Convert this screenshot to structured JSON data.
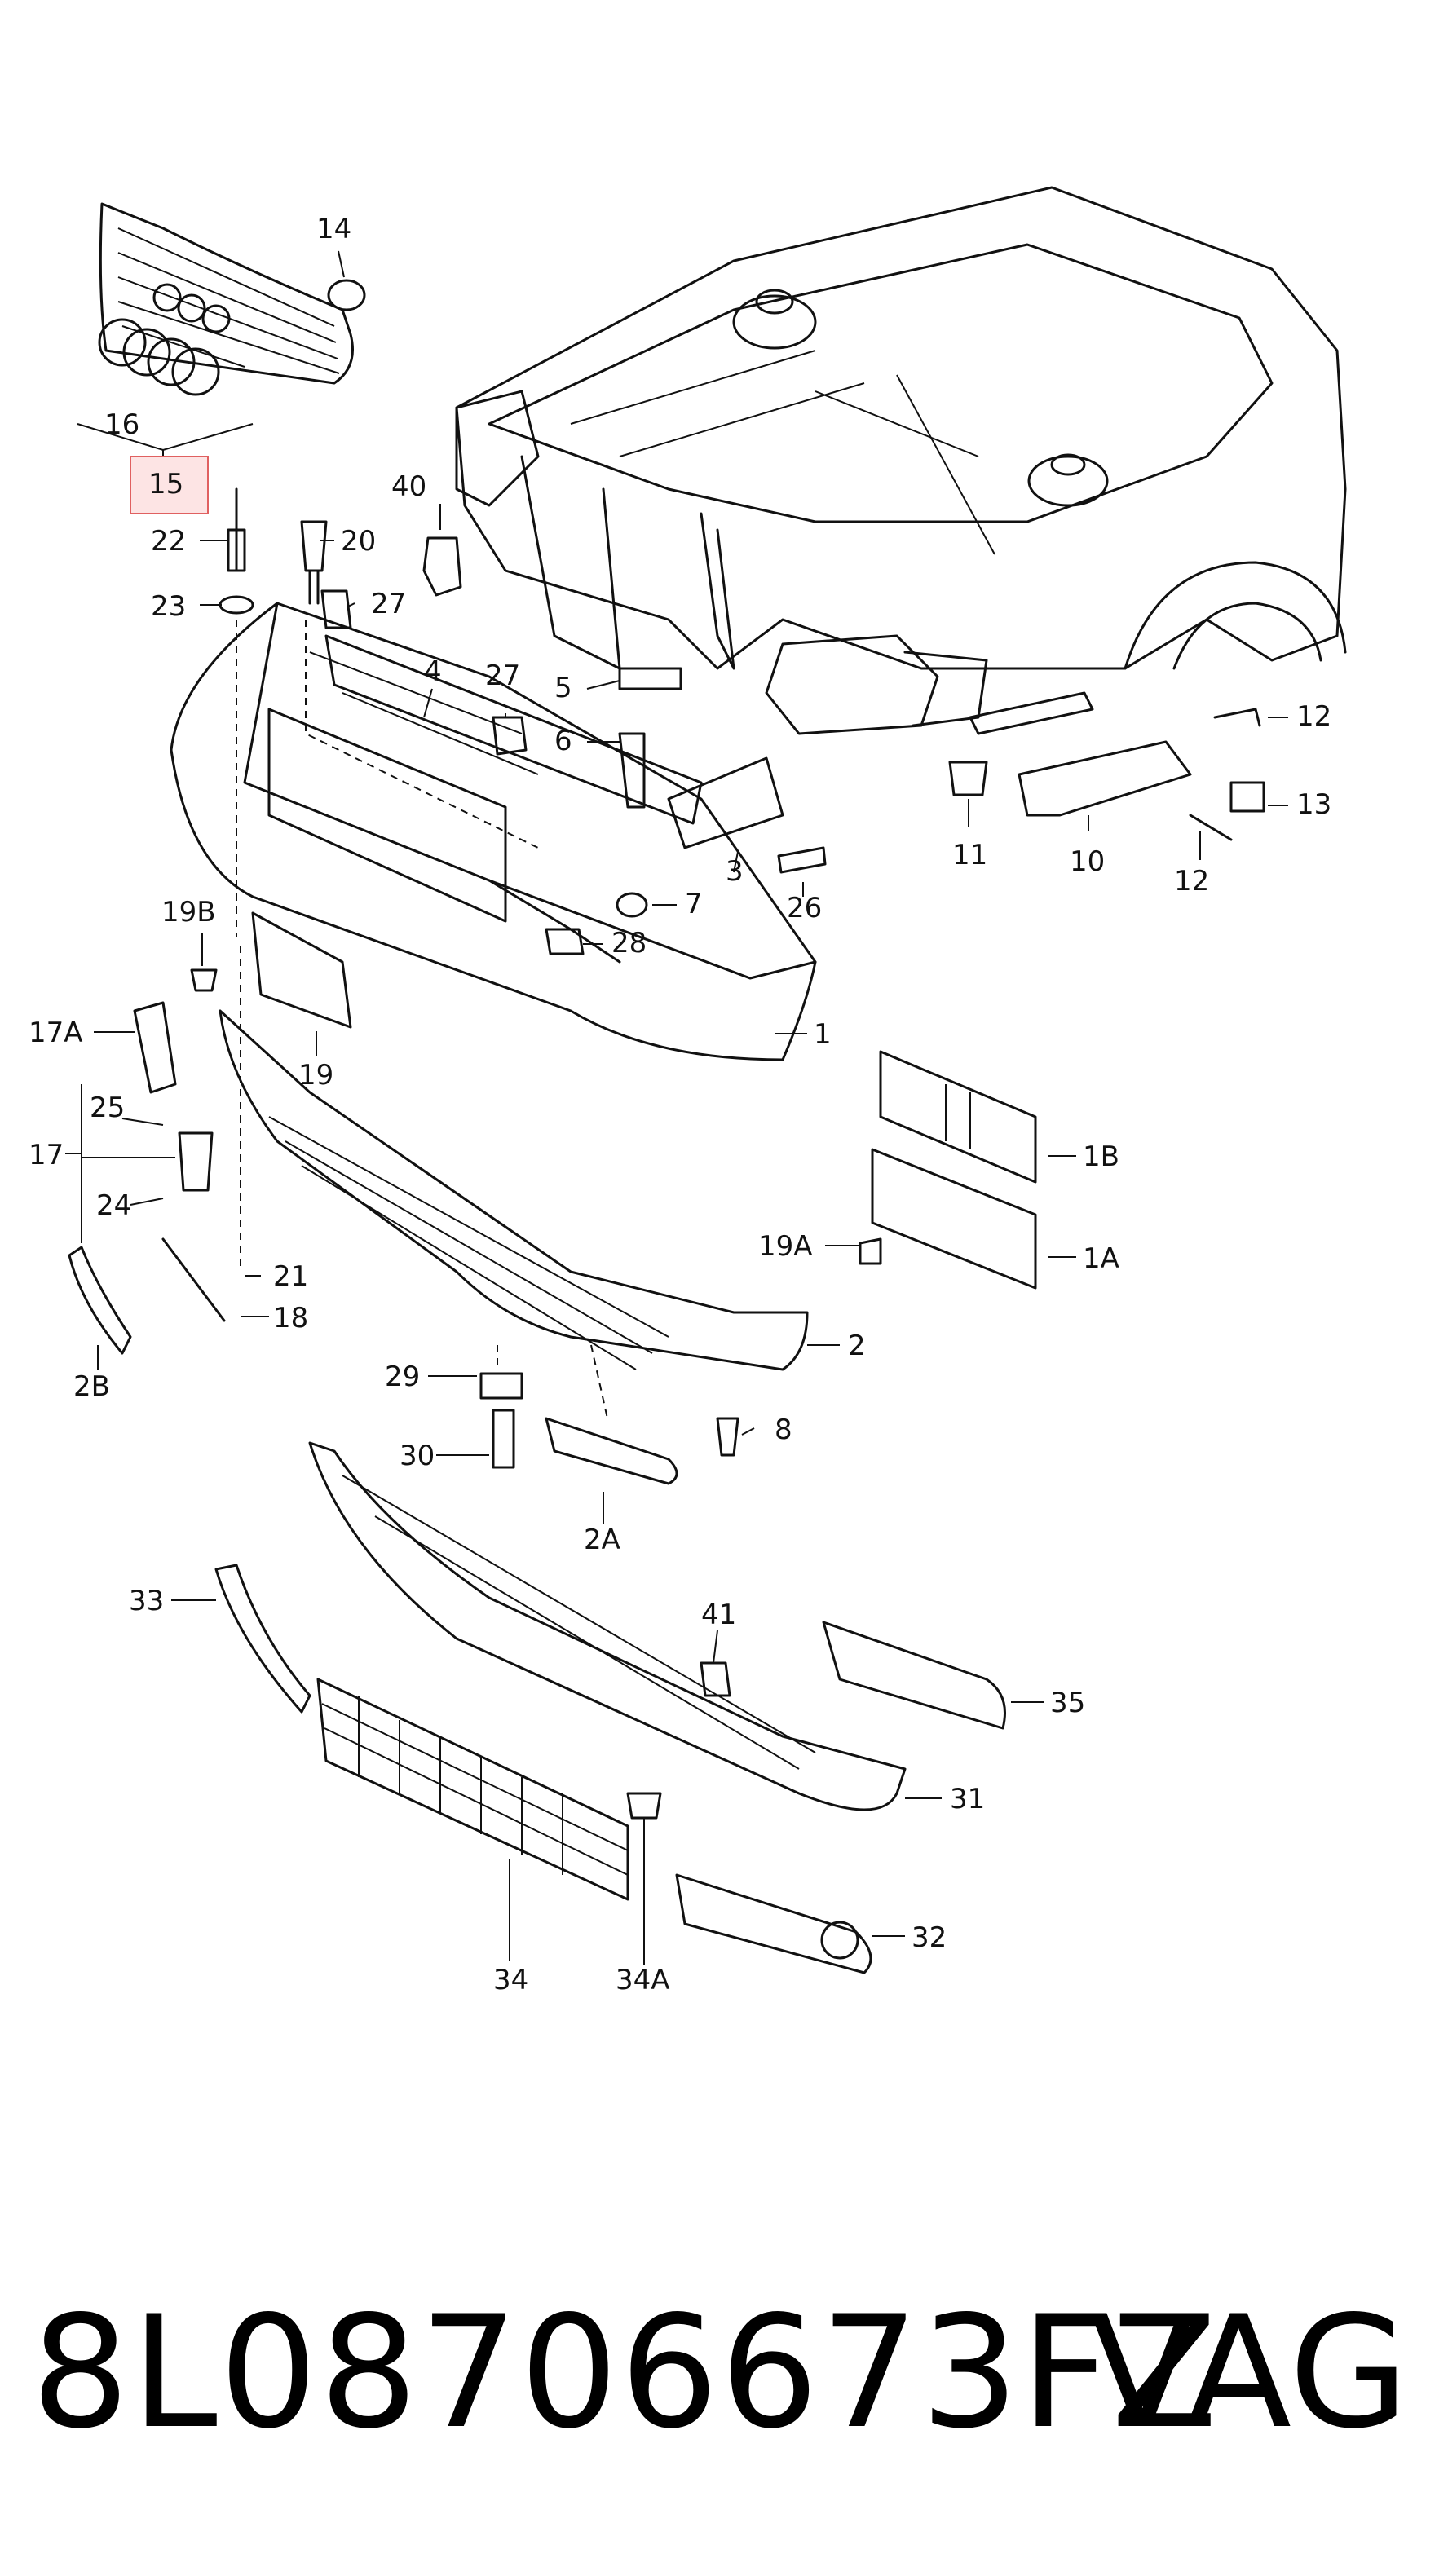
{
  "footer": {
    "part_number": "8L08706673FZ",
    "brand": "VAG"
  },
  "highlight": {
    "label": "15",
    "color": "#e06060"
  },
  "callouts": {
    "c14": "14",
    "c16": "16",
    "c15": "15",
    "c22": "22",
    "c20": "20",
    "c23": "23",
    "c27a": "27",
    "c40": "40",
    "c4": "4",
    "c27b": "27",
    "c5": "5",
    "c6": "6",
    "c7": "7",
    "c3": "3",
    "c26": "26",
    "c28": "28",
    "c12a": "12",
    "c13": "13",
    "c11": "11",
    "c10": "10",
    "c12b": "12",
    "c19B": "19B",
    "c17A": "17A",
    "c19": "19",
    "c1": "1",
    "c25": "25",
    "c17": "17",
    "c24": "24",
    "c21": "21",
    "c18": "18",
    "c2B": "2B",
    "c1B": "1B",
    "c19A": "19A",
    "c1A": "1A",
    "c2": "2",
    "c29": "29",
    "c8": "8",
    "c30": "30",
    "c2A": "2A",
    "c41": "41",
    "c33": "33",
    "c35": "35",
    "c31": "31",
    "c34": "34",
    "c34A": "34A",
    "c32": "32"
  }
}
